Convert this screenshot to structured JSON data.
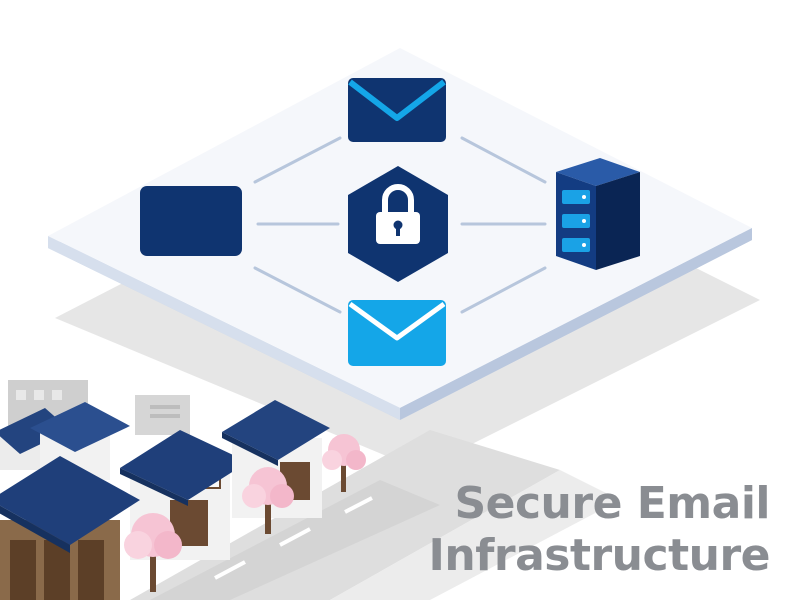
{
  "headline": {
    "line1": "Secure Email",
    "line2": "Infrastructure"
  },
  "colors": {
    "navy": "#0f3470",
    "sky": "#14a6e8",
    "platform": "#f4f6fa",
    "platform_edge": "#c8d3e6",
    "connector": "#b7c6dc",
    "shadow": "#e4e4e4",
    "road": "#d9d9d9",
    "roof": "#23447f",
    "blossom": "#f6c4d4"
  },
  "icons": [
    "envelope-icon-top",
    "envelope-icon-bottom",
    "device-icon",
    "lock-icon",
    "server-icon"
  ]
}
